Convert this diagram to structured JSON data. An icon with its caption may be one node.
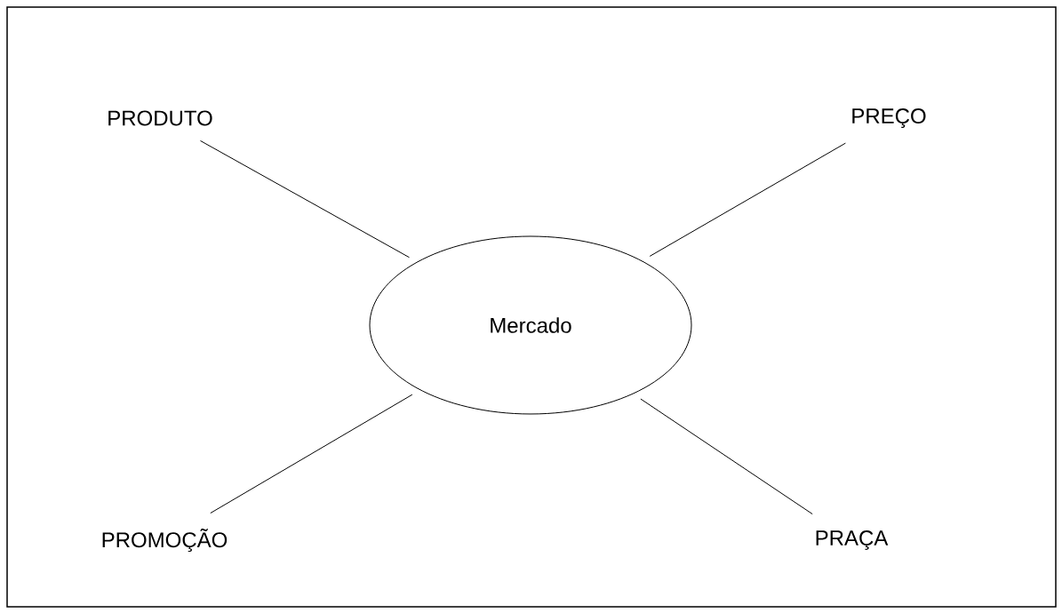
{
  "diagram": {
    "nodes": [
      {
        "text": [
          "PRODUTO"
        ]
      },
      {
        "text": [
          "PREÇO"
        ]
      },
      {
        "text": [
          "Mercado"
        ]
      },
      {
        "text": [
          "PROMOÇÃO"
        ]
      },
      {
        "text": [
          "PRAÇA"
        ]
      }
    ],
    "edges": [
      {
        "from": 0,
        "to": 2,
        "arrow": "none"
      },
      {
        "from": 1,
        "to": 2,
        "arrow": "none"
      },
      {
        "from": 3,
        "to": 2,
        "arrow": "none"
      },
      {
        "from": 4,
        "to": 2,
        "arrow": "none"
      }
    ]
  }
}
